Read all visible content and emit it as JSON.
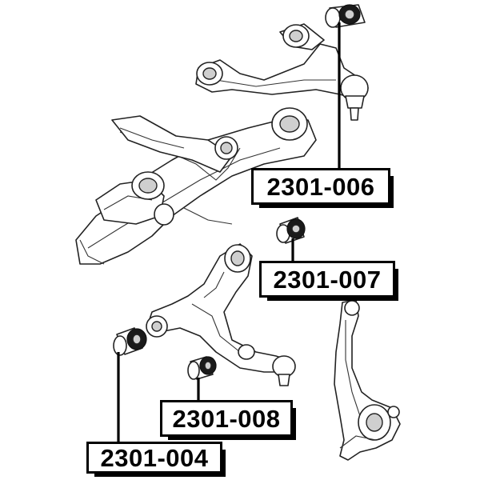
{
  "labels": {
    "upper_arm_bushing": "2301-006",
    "upper_arm_mount_bushing": "2301-007",
    "lower_arm_rear_bushing": "2301-008",
    "lower_arm_front_bushing": "2301-004"
  }
}
